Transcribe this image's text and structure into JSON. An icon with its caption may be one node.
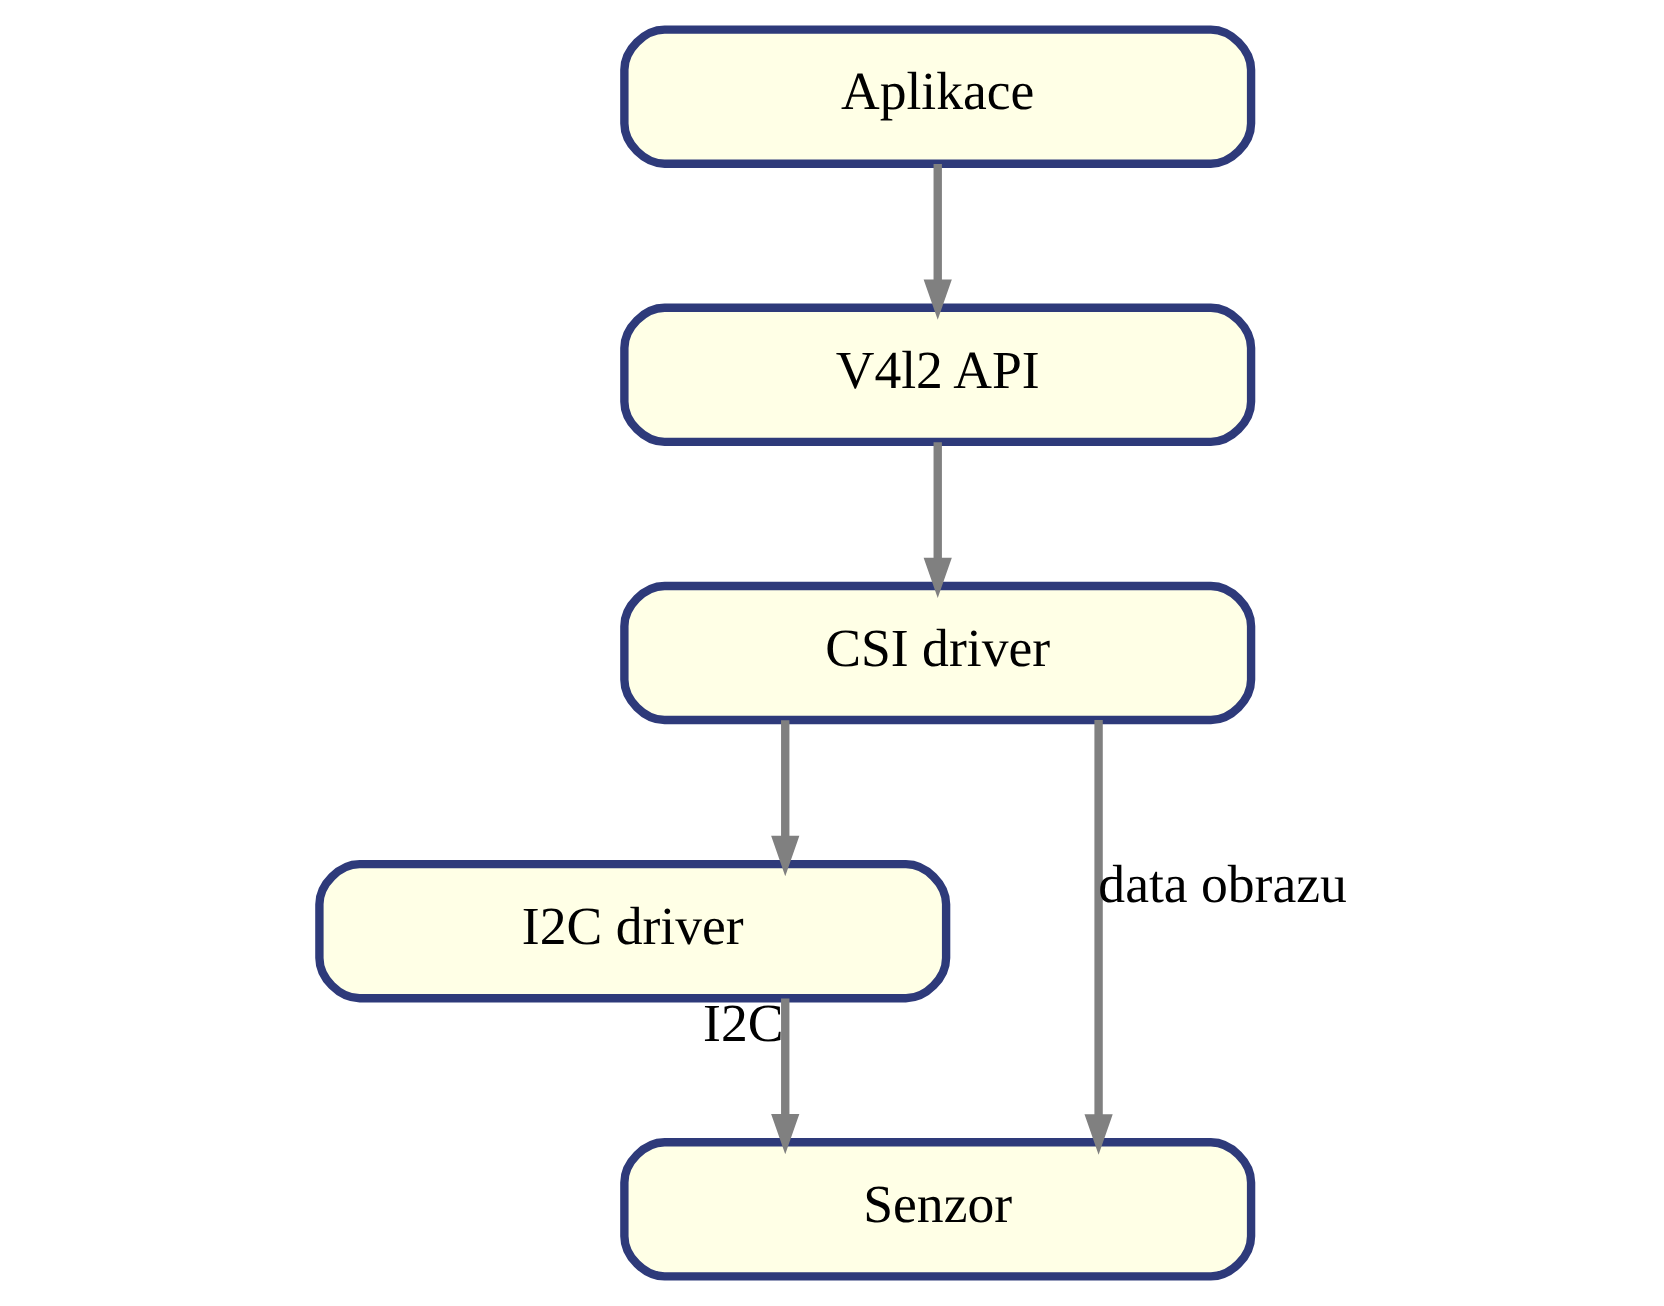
{
  "diagram": {
    "nodes": [
      {
        "text": [
          "Aplikace"
        ]
      },
      {
        "text": [
          "V4l2 API"
        ]
      },
      {
        "text": [
          "CSI driver"
        ]
      },
      {
        "text": [
          "I2C driver"
        ]
      },
      {
        "text": [
          "Senzor"
        ]
      }
    ],
    "edges": [
      {
        "from": 0,
        "to": 1,
        "arrow": "to",
        "color": "#808080"
      },
      {
        "from": 1,
        "to": 2,
        "arrow": "to",
        "color": "#808080"
      },
      {
        "from": 2,
        "to": 4,
        "arrow": "to",
        "label": "data obrazu",
        "color": "#808080"
      },
      {
        "from": 2,
        "to": 3,
        "arrow": "to",
        "color": "#808080"
      },
      {
        "from": 3,
        "to": 4,
        "arrow": "to",
        "label": "I2C",
        "color": "#808080"
      }
    ]
  }
}
